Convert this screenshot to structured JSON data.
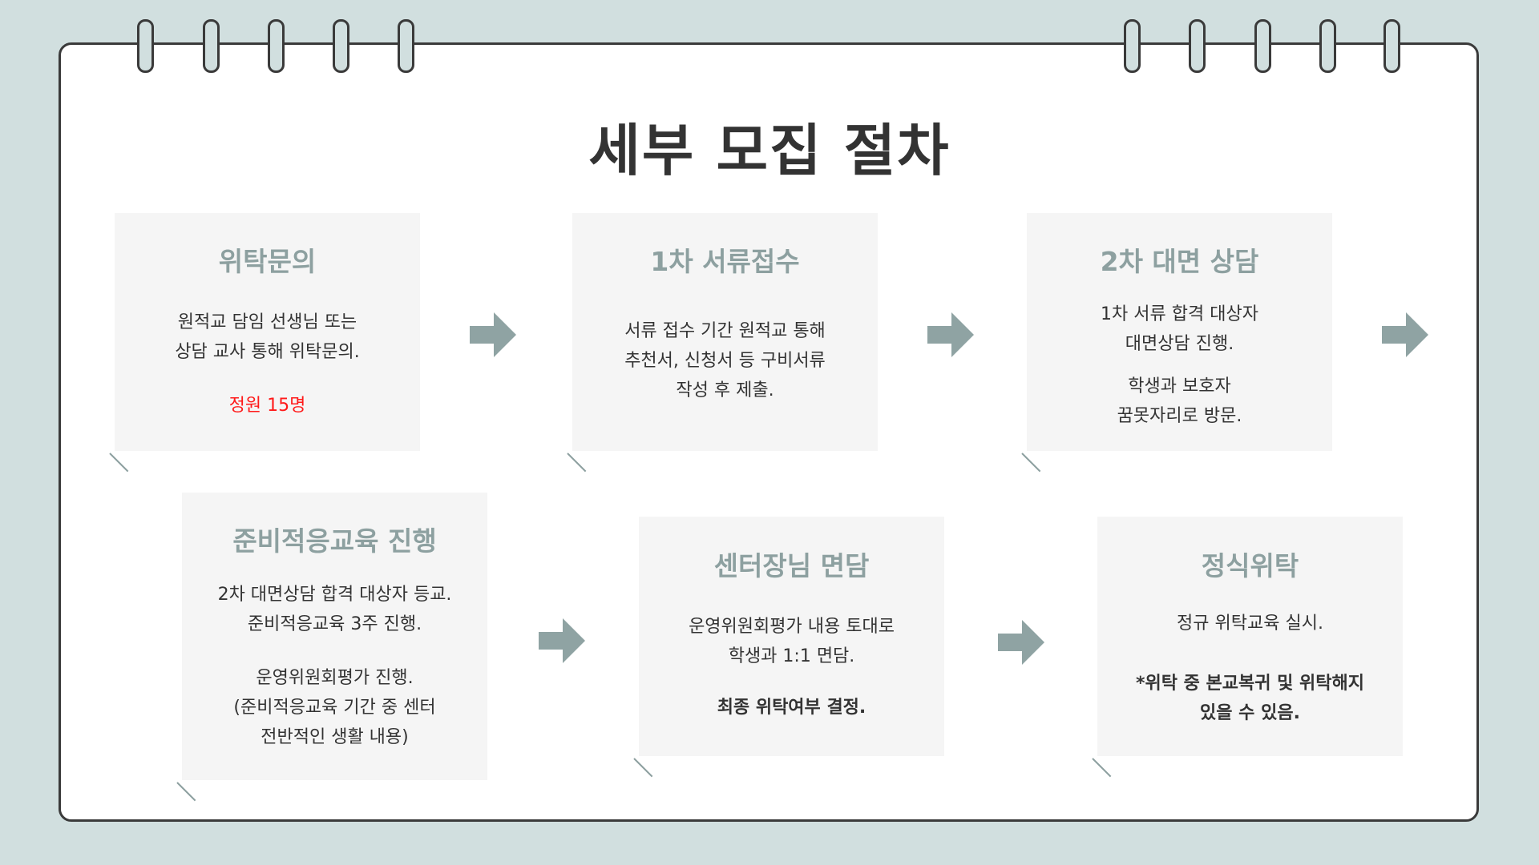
{
  "title": "세부 모집 절차",
  "colors": {
    "background": "#d1dfdf",
    "accent": "#8da0a0",
    "highlight": "#ff1a1a"
  },
  "steps": [
    {
      "title": "위탁문의",
      "para1": [
        "원적교 담임 선생님 또는",
        "상담 교사 통해 위탁문의."
      ],
      "para2": [
        "정원 15명"
      ]
    },
    {
      "title": "1차 서류접수",
      "para1": [
        "서류 접수 기간 원적교 통해",
        "추천서, 신청서 등 구비서류",
        "작성 후 제출."
      ],
      "para2": []
    },
    {
      "title": "2차 대면 상담",
      "para1": [
        "1차 서류 합격 대상자",
        "대면상담 진행."
      ],
      "para2": [
        "학생과 보호자",
        "꿈못자리로 방문."
      ]
    },
    {
      "title": "준비적응교육 진행",
      "para1": [
        "2차 대면상담 합격 대상자 등교.",
        "준비적응교육 3주 진행."
      ],
      "para2": [
        "운영위원회평가 진행.",
        "(준비적응교육 기간 중 센터",
        "전반적인 생활 내용)"
      ]
    },
    {
      "title": "센터장님 면담",
      "para1": [
        "운영위원회평가 내용 토대로",
        "학생과 1:1 면담."
      ],
      "para2": [
        "최종 위탁여부 결정."
      ]
    },
    {
      "title": "정식위탁",
      "para1": [
        "정규 위탁교육 실시."
      ],
      "para2": [
        "*위탁 중 본교복귀 및 위탁해지",
        "있을 수 있음."
      ]
    }
  ],
  "icons": {
    "arrow": "arrow-right-icon",
    "ring": "binder-ring-icon"
  }
}
